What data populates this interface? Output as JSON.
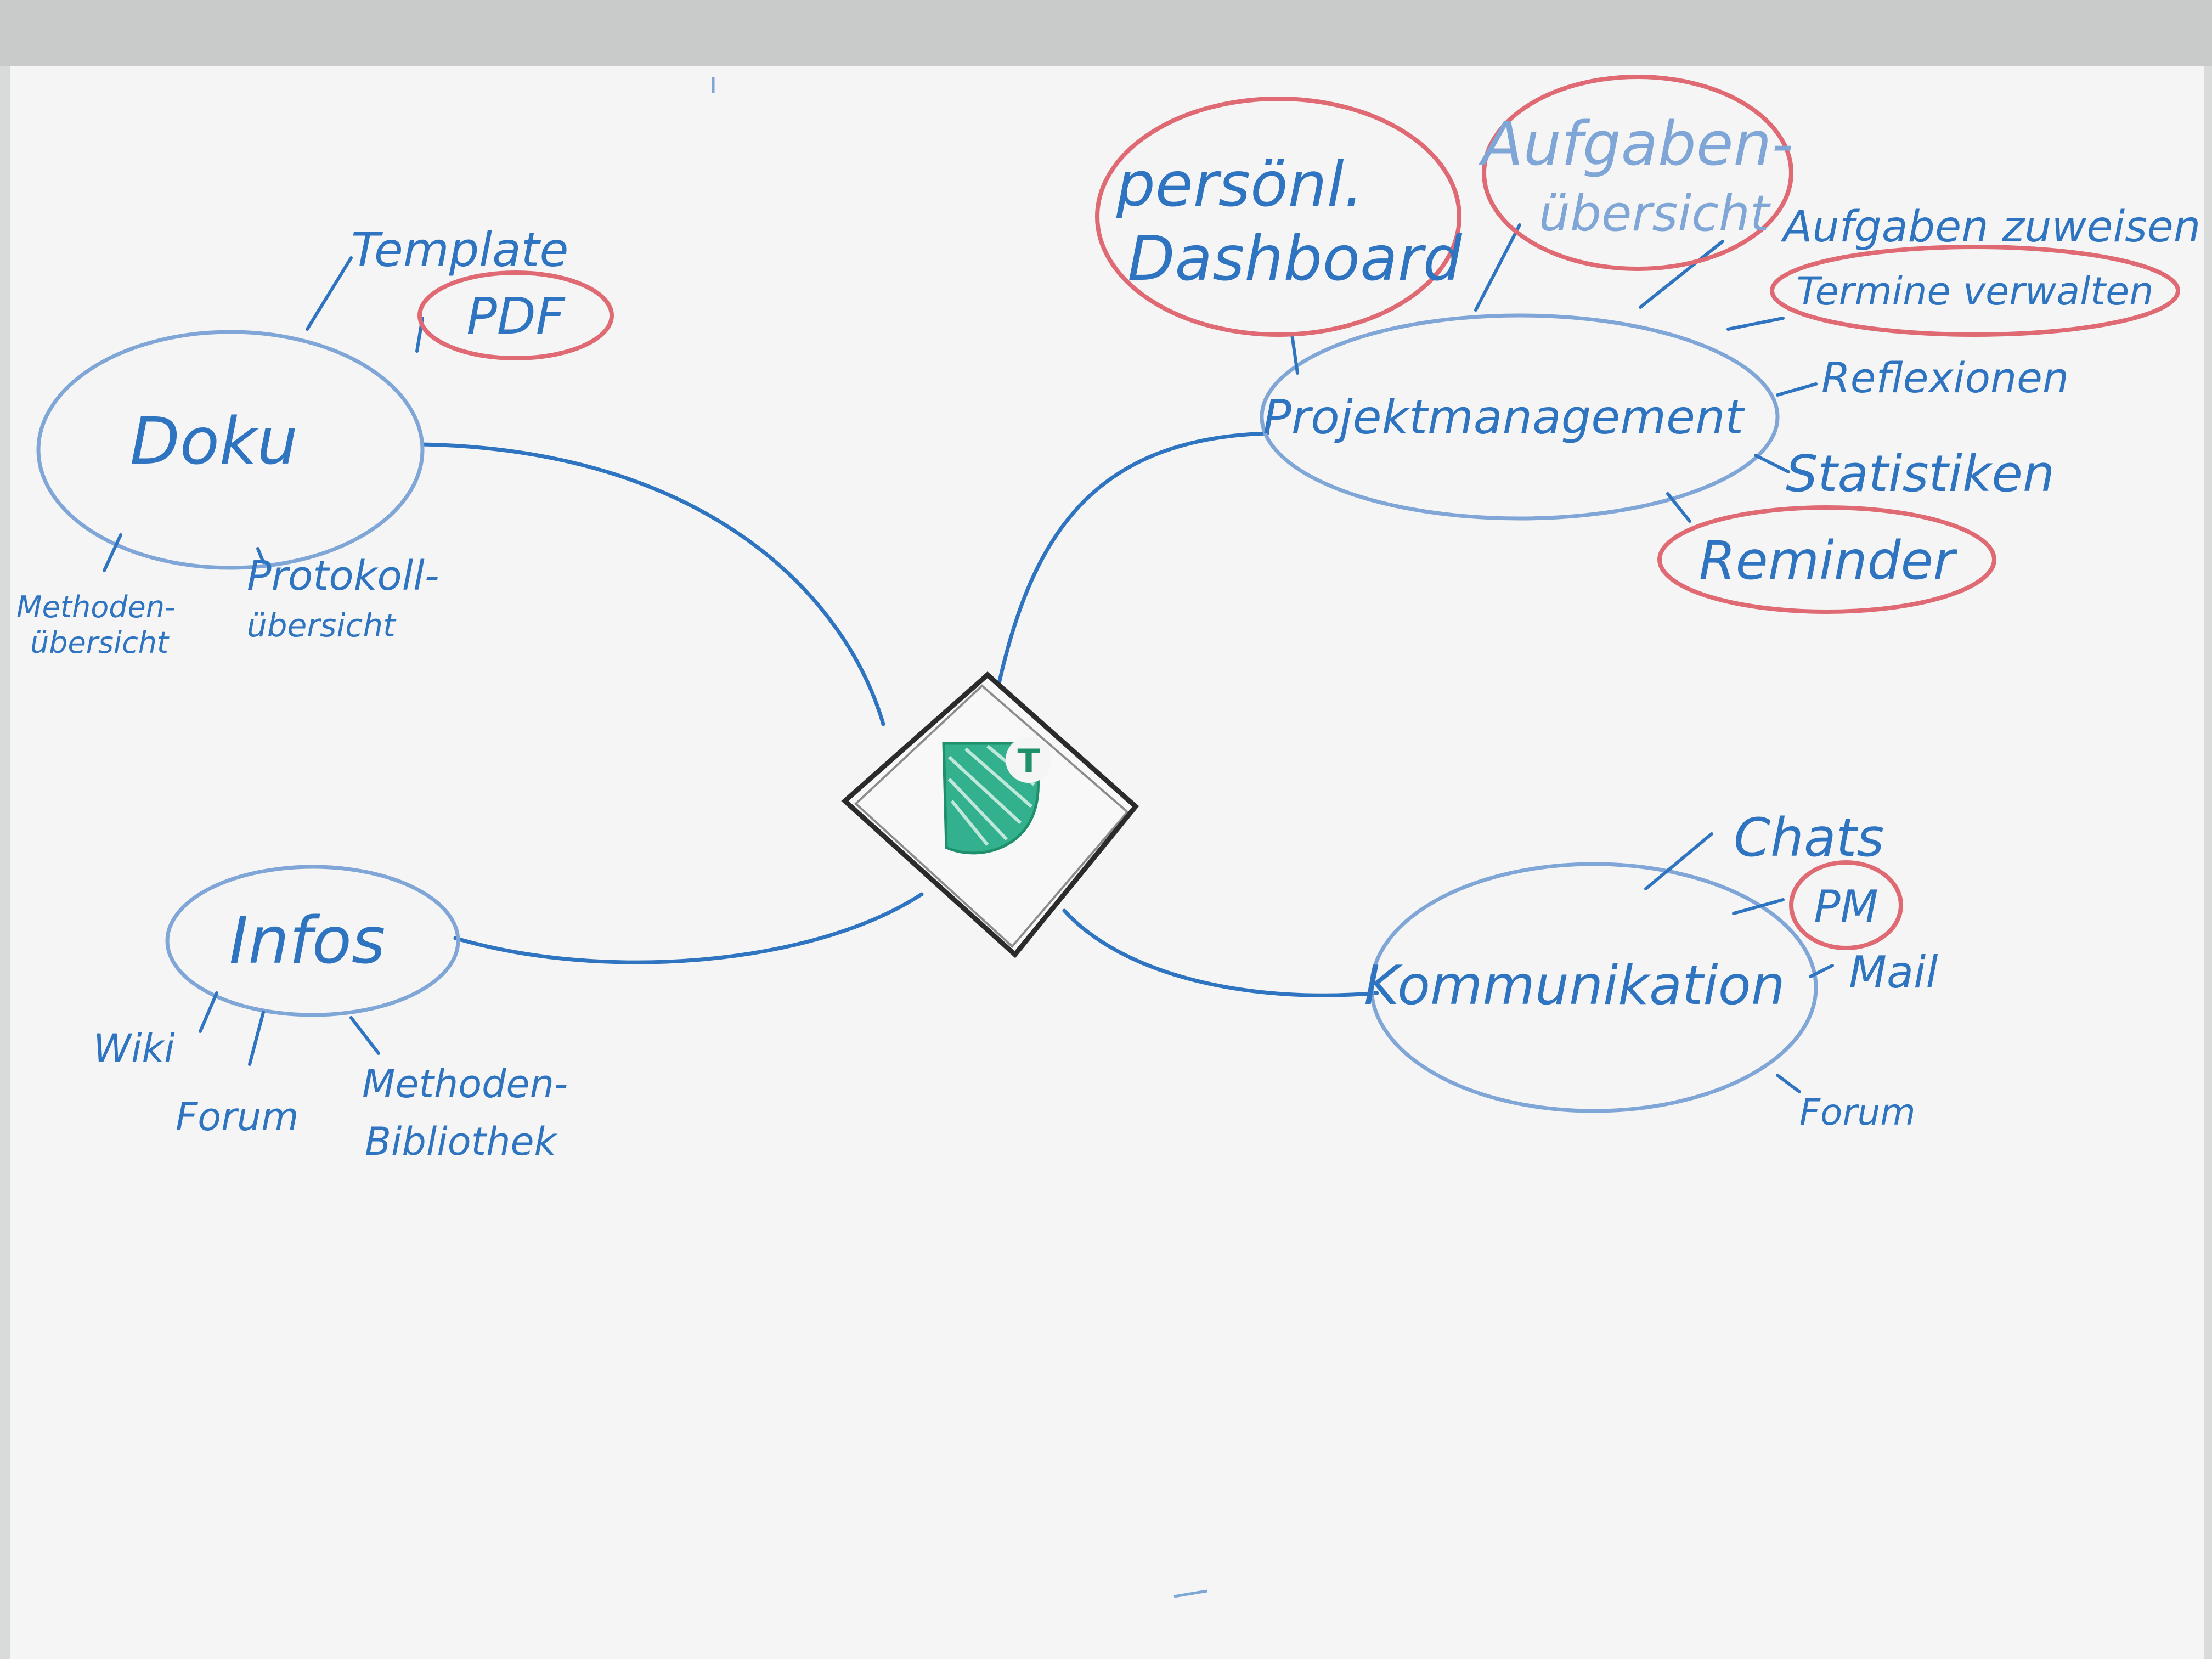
{
  "colors": {
    "board": "#f4f5f4",
    "blue": "#2f74c0",
    "blue_light": "#7fa6d6",
    "red": "#e06a73",
    "green": "#2eab87",
    "frame": "#2b2b2b"
  },
  "center": {
    "icon": "teamlogo-icon",
    "letter": "T"
  },
  "nodes": {
    "doku": {
      "label": "Doku",
      "children": [
        "Template",
        "PDF",
        "Methoden-übersicht",
        "Protokoll-übersicht"
      ]
    },
    "infos": {
      "label": "Infos",
      "children": [
        "Wiki",
        "Forum",
        "Methoden-Bibliothek"
      ]
    },
    "projekt": {
      "label": "Projektmanagement",
      "children": [
        "persönl. Dashboard",
        "Aufgaben-übersicht",
        "Aufgaben zuweisen",
        "Termine verwalten",
        "Reflexionen",
        "Statistiken",
        "Reminder"
      ]
    },
    "kommunikation": {
      "label": "Kommunikation",
      "children": [
        "Chats",
        "PM",
        "Mail",
        "Forum"
      ]
    }
  },
  "labels": {
    "template": "Template",
    "pdf": "PDF",
    "methoden_l1": "Methoden-",
    "methoden_l2": "übersicht",
    "protokoll_l1": "Protokoll-",
    "protokoll_l2": "übersicht",
    "wiki": "Wiki",
    "forum_infos": "Forum",
    "bibliothek_l1": "Methoden-",
    "bibliothek_l2": "Bibliothek",
    "dashboard_l1": "persönl.",
    "dashboard_l2": "Dashboard",
    "aufgaben_l1": "Aufgaben-",
    "aufgaben_l2": "übersicht",
    "zuweisen": "Aufgaben zuweisen",
    "termine": "Termine verwalten",
    "reflexionen": "Reflexionen",
    "statistiken": "Statistiken",
    "reminder": "Reminder",
    "chats": "Chats",
    "pm": "PM",
    "mail": "Mail",
    "forum_komm": "Forum"
  }
}
